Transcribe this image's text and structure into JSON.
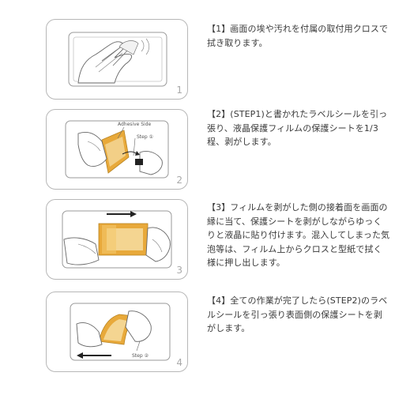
{
  "steps": [
    {
      "number": "1",
      "text": "【1】画面の埃や汚れを付属の取付用クロスで拭き取ります。"
    },
    {
      "number": "2",
      "text": "【2】(STEP1)と書かれたラベルシールを引っ張り、液晶保護フィルムの保護シートを1/3程、剥がします。",
      "labels": {
        "adhesive": "Adhesive Side",
        "step": "Step ①"
      }
    },
    {
      "number": "3",
      "text": "【3】フィルムを剥がした側の接着面を画面の縁に当て、保護シートを剥がしながらゆっくりと液晶に貼り付けます。混入してしまった気泡等は、フィルム上からクロスと型紙で拭く様に押し出します。"
    },
    {
      "number": "4",
      "text": "【4】全ての作業が完了したら(STEP2)のラベルシールを引っ張り表面側の保護シートを剥がします。",
      "labels": {
        "step": "Step ②"
      }
    }
  ],
  "colors": {
    "film": "#e8a93a",
    "film_light": "#f6e0a8",
    "border": "#b7b7b7",
    "arrow": "#222222"
  }
}
